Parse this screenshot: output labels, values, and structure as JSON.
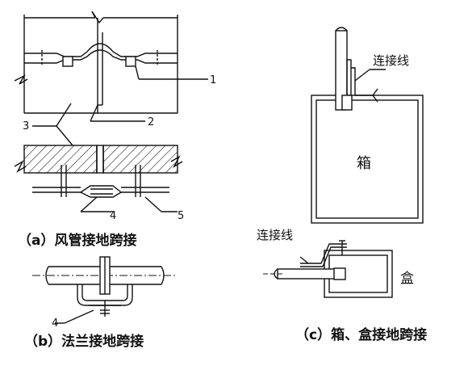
{
  "diagram_a": {
    "caption": "（a）风管接地跨接",
    "callouts": [
      "1",
      "2",
      "3",
      "4",
      "5"
    ]
  },
  "diagram_b": {
    "caption": "（b）法兰接地跨接",
    "callouts": [
      "4"
    ]
  },
  "diagram_c": {
    "caption": "（c）箱、盒接地跨接",
    "wire_label_top": "连接线",
    "wire_label_bottom": "连接线",
    "box_label": "箱",
    "small_box_label": "盒"
  }
}
